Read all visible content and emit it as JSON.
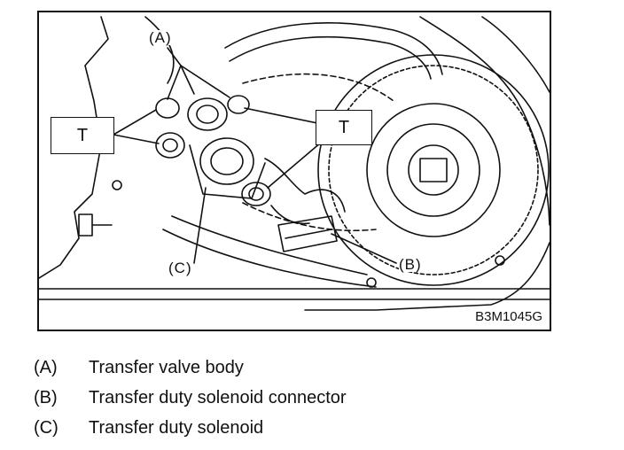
{
  "figure": {
    "callouts": {
      "a": "(A)",
      "b": "(B)",
      "c": "(C)"
    },
    "torque_left": "T",
    "torque_right": "T",
    "figure_id": "B3M1045G"
  },
  "legend": [
    {
      "key": "(A)",
      "text": "Transfer valve body"
    },
    {
      "key": "(B)",
      "text": "Transfer duty solenoid connector"
    },
    {
      "key": "(C)",
      "text": "Transfer duty solenoid"
    }
  ]
}
